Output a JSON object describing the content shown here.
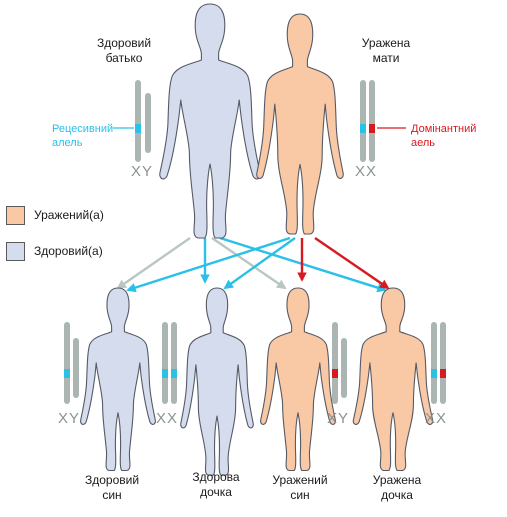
{
  "colors": {
    "healthy_fill": "#d4dcee",
    "affected_fill": "#f9c8a4",
    "body_stroke": "#555a66",
    "chromosome": "#abb6b2",
    "recessive": "#2ac0e7",
    "dominant": "#d71a20",
    "arrow_gray": "#b9c7c3",
    "arrow_blue": "#2ac0e7",
    "arrow_red": "#d71a20"
  },
  "parents": {
    "father": {
      "label": "Здоровий\nбатько",
      "genotype": "XY",
      "status": "healthy"
    },
    "mother": {
      "label": "Уражена\nмати",
      "genotype": "XX",
      "status": "affected"
    }
  },
  "alleles": {
    "recessive_label": "Рецесивний\nалель",
    "dominant_label": "Домінантний\nаель"
  },
  "legend": {
    "affected": "Уражений(а)",
    "healthy": "Здоровий(а)"
  },
  "children": [
    {
      "label": "Здоровий\nсин",
      "genotype": "XY",
      "status": "healthy"
    },
    {
      "label": "Здорова\nдочка",
      "genotype": "XX",
      "status": "healthy"
    },
    {
      "label": "Уражений\nсин",
      "genotype": "XY",
      "status": "affected"
    },
    {
      "label": "Уражена\nдочка",
      "genotype": "XX",
      "status": "affected"
    }
  ]
}
